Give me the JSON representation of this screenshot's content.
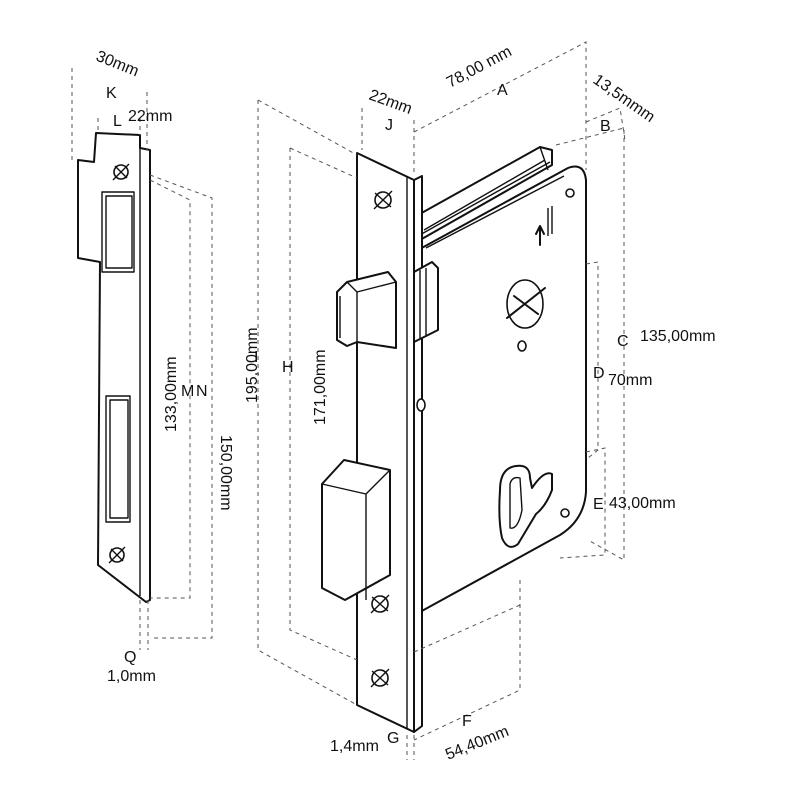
{
  "dimensions": {
    "K": {
      "letter": "K",
      "value": "30mm"
    },
    "L": {
      "letter": "L",
      "value": "22mm"
    },
    "M": {
      "letter": "M",
      "value": "133,00mm"
    },
    "N": {
      "letter": "N",
      "value": "150,00mm"
    },
    "Q": {
      "letter": "Q",
      "value": "1,0mm"
    },
    "A": {
      "letter": "A",
      "value": "78,00 mm"
    },
    "B": {
      "letter": "B",
      "value": "13,5mmm"
    },
    "J": {
      "letter": "J",
      "value": "22mm"
    },
    "I": {
      "letter": "I",
      "value": "195,00mm"
    },
    "H": {
      "letter": "H",
      "value": "171,00mm"
    },
    "C": {
      "letter": "C",
      "value": "135,00mm"
    },
    "D": {
      "letter": "D",
      "value": "70mm"
    },
    "E": {
      "letter": "E",
      "value": "43,00mm"
    },
    "F": {
      "letter": "F",
      "value": "54,40mm"
    },
    "G": {
      "letter": "G",
      "value": "1,4mm"
    }
  },
  "colors": {
    "ink": "#111111",
    "background": "#ffffff"
  }
}
